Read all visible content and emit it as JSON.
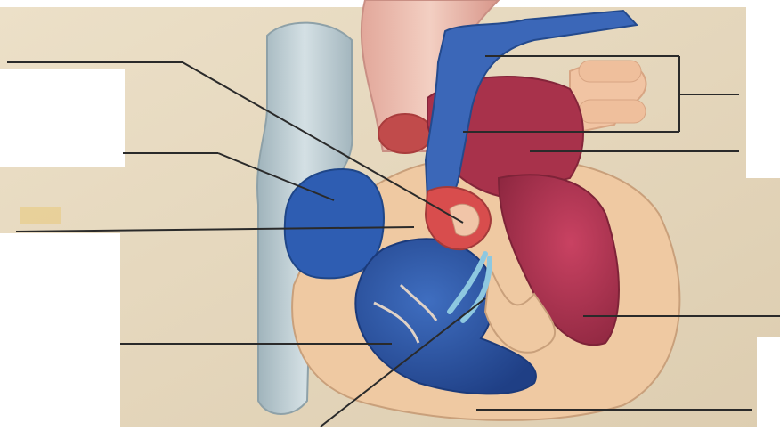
{
  "diagram": {
    "labels": [
      {
        "id": "aorta",
        "text": ""
      },
      {
        "id": "pulmonary-arteries",
        "text": ""
      },
      {
        "id": "left-atrium",
        "text": ""
      },
      {
        "id": "right-atrium",
        "text": ""
      },
      {
        "id": "tricuspid-valve",
        "text": ""
      },
      {
        "id": "right-ventricle",
        "text": ""
      },
      {
        "id": "left-ventricle",
        "text": ""
      },
      {
        "id": "septum",
        "text": ""
      },
      {
        "id": "chordae-tendineae",
        "text": ""
      },
      {
        "id": "myocardium",
        "text": ""
      }
    ]
  },
  "colors": {
    "background_beige": "#e6d8bf",
    "deoxygenated_blue": "#2f5aa8",
    "oxygenated_red": "#b8324b",
    "vena_cava_grey": "#b9c9cf",
    "muscle_peach": "#efc9a2",
    "leader_line": "#2a2a2a"
  }
}
